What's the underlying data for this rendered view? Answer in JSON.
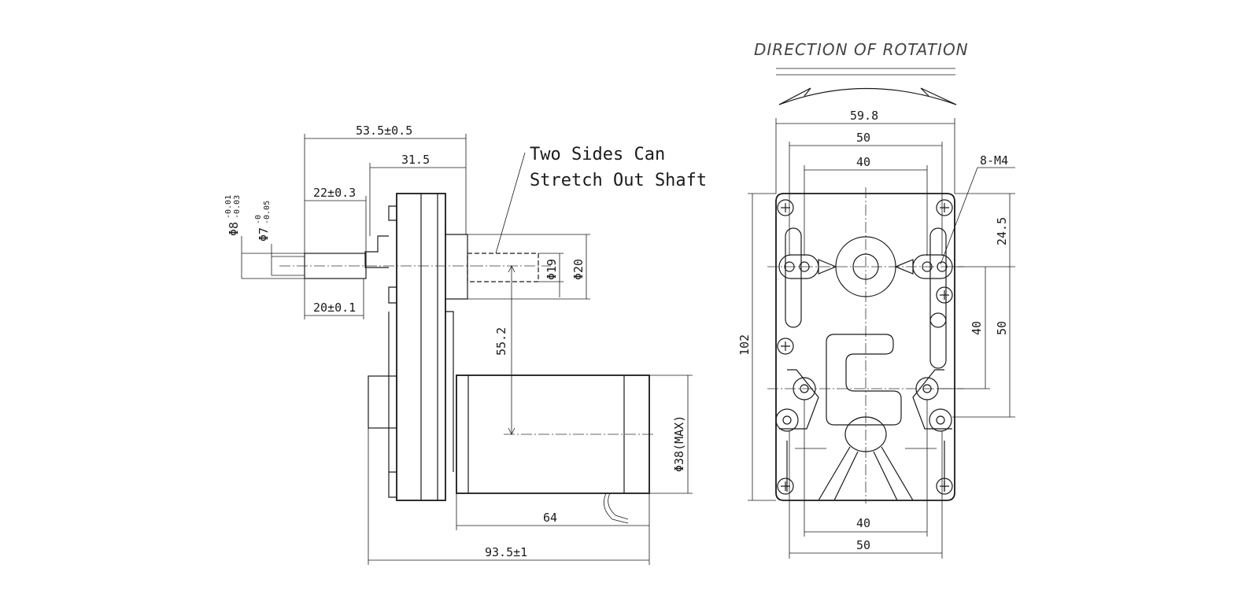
{
  "title": "DIRECTION OF ROTATION",
  "note": {
    "line1": "Two Sides Can",
    "line2": "Stretch Out Shaft"
  },
  "side_view": {
    "overall_length_head": "53.5±0.5",
    "gearbox_depth": "31.5",
    "shaft_length": "22±0.3",
    "shaft_flat": "20±0.1",
    "shaft_dia_main": "Φ8",
    "shaft_dia_main_tol_upper": "-0.01",
    "shaft_dia_main_tol_lower": "-0.03",
    "shaft_dia_flat": "Φ7",
    "shaft_dia_flat_tol_upper": "-0",
    "shaft_dia_flat_tol_lower": "-0.05",
    "boss_dia_inner": "Φ19",
    "boss_dia_outer": "Φ20",
    "motor_offset": "55.2",
    "motor_dia": "Φ38(MAX)",
    "motor_length": "64",
    "overall_length": "93.5±1"
  },
  "front_view": {
    "width_outer": "59.8",
    "width_holes_top": "50",
    "width_holes_inner_top": "40",
    "holes_spec": "8-M4",
    "height_top_offset": "24.5",
    "height_overall": "102",
    "height_holes_a": "40",
    "height_holes_b": "50",
    "width_holes_inner_bottom": "40",
    "width_holes_bottom": "50"
  }
}
